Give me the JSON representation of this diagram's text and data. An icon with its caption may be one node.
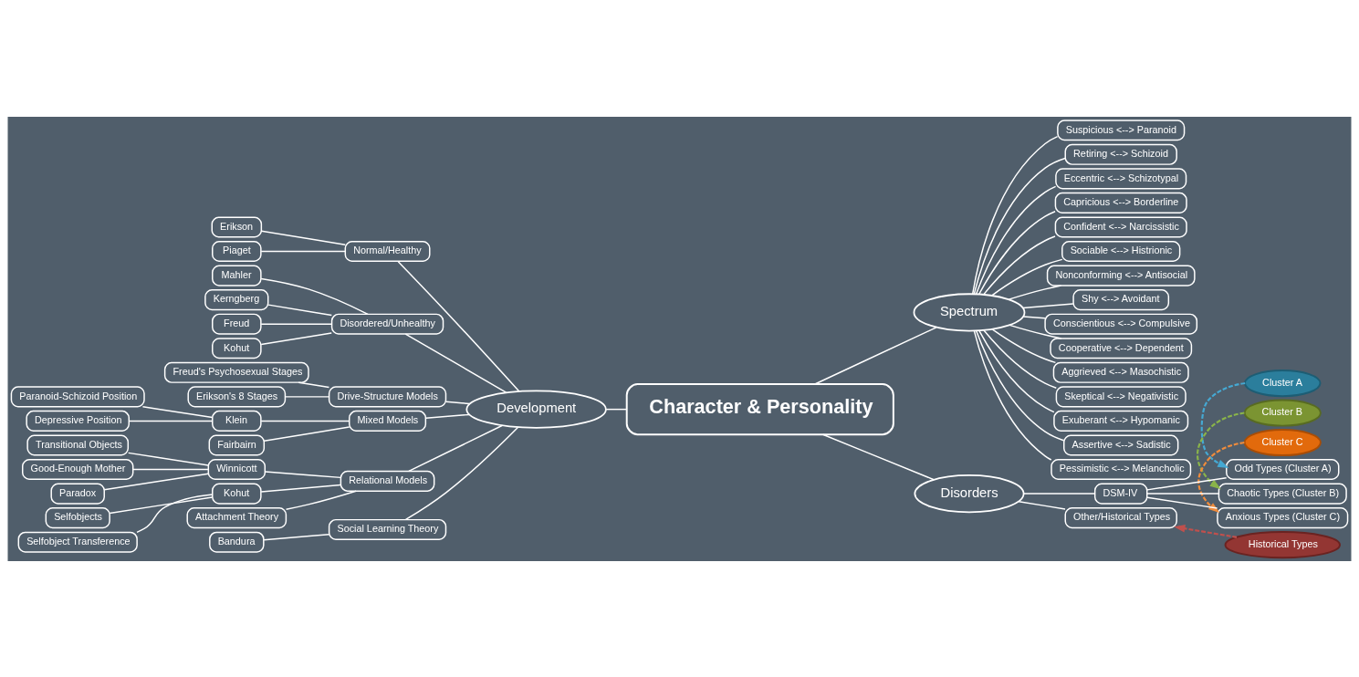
{
  "diagram": {
    "nodes": [
      {
        "text": [
          "Character & Personality"
        ]
      },
      {
        "text": [
          "Spectrum"
        ]
      },
      {
        "text": [
          "Suspicious <--> Paranoid"
        ]
      },
      {
        "text": [
          "Retiring <--> Schizoid"
        ]
      },
      {
        "text": [
          "Eccentric <--> Schizotypal"
        ]
      },
      {
        "text": [
          "Capricious <--> Borderline"
        ]
      },
      {
        "text": [
          "Confident <--> Narcissistic"
        ]
      },
      {
        "text": [
          "Sociable <--> Histrionic"
        ]
      },
      {
        "text": [
          "Nonconforming <--> Antisocial"
        ]
      },
      {
        "text": [
          "Shy <--> Avoidant"
        ]
      },
      {
        "text": [
          "Conscientious <--> Compulsive"
        ]
      },
      {
        "text": [
          "Cooperative <--> Dependent"
        ]
      },
      {
        "text": [
          "Aggrieved <--> Masochistic"
        ]
      },
      {
        "text": [
          "Skeptical <--> Negativistic"
        ]
      },
      {
        "text": [
          "Exuberant <--> Hypomanic"
        ]
      },
      {
        "text": [
          "Assertive <--> Sadistic"
        ]
      },
      {
        "text": [
          "Pessimistic <--> Melancholic"
        ]
      },
      {
        "text": [
          "Cluster A"
        ]
      },
      {
        "text": [
          "Cluster B"
        ]
      },
      {
        "text": [
          "Cluster C"
        ]
      },
      {
        "text": [
          "Historical Types"
        ]
      },
      {
        "text": [
          "Disorders"
        ]
      },
      {
        "text": [
          "DSM-IV"
        ]
      },
      {
        "text": [
          "Odd Types (Cluster A)"
        ]
      },
      {
        "text": [
          "Chaotic Types (Cluster B)"
        ]
      },
      {
        "text": [
          "Anxious Types (Cluster C)"
        ]
      },
      {
        "text": [
          "Other/Historical Types"
        ]
      },
      {
        "text": [
          "Development"
        ]
      },
      {
        "text": [
          "Normal/Healthy"
        ]
      },
      {
        "text": [
          "Erikson"
        ]
      },
      {
        "text": [
          "Piaget"
        ]
      },
      {
        "text": [
          "Disordered/Unhealthy"
        ]
      },
      {
        "text": [
          "Mahler"
        ]
      },
      {
        "text": [
          "Kerngberg"
        ]
      },
      {
        "text": [
          "Freud"
        ]
      },
      {
        "text": [
          "Kohut"
        ]
      },
      {
        "text": [
          "Drive-Structure Models"
        ]
      },
      {
        "text": [
          "Freud's Psychosexual Stages"
        ]
      },
      {
        "text": [
          "Erikson's 8 Stages"
        ]
      },
      {
        "text": [
          "Mixed Models"
        ]
      },
      {
        "text": [
          "Klein"
        ]
      },
      {
        "text": [
          "Paranoid-Schizoid Position"
        ]
      },
      {
        "text": [
          "Depressive Position"
        ]
      },
      {
        "text": [
          "Fairbairn"
        ]
      },
      {
        "text": [
          "Relational Models"
        ]
      },
      {
        "text": [
          "Winnicott"
        ]
      },
      {
        "text": [
          "Transitional Objects"
        ]
      },
      {
        "text": [
          "Good-Enough Mother"
        ]
      },
      {
        "text": [
          "Paradox"
        ]
      },
      {
        "text": [
          "Kohut"
        ]
      },
      {
        "text": [
          "Selfobjects"
        ]
      },
      {
        "text": [
          "Selfobject Transference"
        ]
      },
      {
        "text": [
          "Attachment Theory"
        ]
      },
      {
        "text": [
          "Social Learning Theory"
        ]
      },
      {
        "text": [
          "Bandura"
        ]
      }
    ],
    "edges": [
      {
        "from": 0,
        "to": 1,
        "arrow": "none"
      },
      {
        "from": 1,
        "to": 2,
        "arrow": "none"
      },
      {
        "from": 1,
        "to": 3,
        "arrow": "none"
      },
      {
        "from": 1,
        "to": 4,
        "arrow": "none"
      },
      {
        "from": 1,
        "to": 5,
        "arrow": "none"
      },
      {
        "from": 1,
        "to": 6,
        "arrow": "none"
      },
      {
        "from": 1,
        "to": 7,
        "arrow": "none"
      },
      {
        "from": 1,
        "to": 8,
        "arrow": "none"
      },
      {
        "from": 1,
        "to": 9,
        "arrow": "none"
      },
      {
        "from": 1,
        "to": 10,
        "arrow": "none"
      },
      {
        "from": 1,
        "to": 11,
        "arrow": "none"
      },
      {
        "from": 1,
        "to": 12,
        "arrow": "none"
      },
      {
        "from": 1,
        "to": 13,
        "arrow": "none"
      },
      {
        "from": 1,
        "to": 14,
        "arrow": "none"
      },
      {
        "from": 1,
        "to": 15,
        "arrow": "none"
      },
      {
        "from": 1,
        "to": 16,
        "arrow": "none"
      },
      {
        "from": 17,
        "to": 23,
        "arrow": "to",
        "style": "dashed",
        "color": "#45a9d3"
      },
      {
        "from": 18,
        "to": 24,
        "arrow": "to",
        "style": "dashed",
        "color": "#8ab44a"
      },
      {
        "from": 19,
        "to": 25,
        "arrow": "to",
        "style": "dashed",
        "color": "#f08c3c"
      },
      {
        "from": 20,
        "to": 26,
        "arrow": "to",
        "style": "dashed",
        "color": "#c0504d"
      },
      {
        "from": 0,
        "to": 21,
        "arrow": "none"
      },
      {
        "from": 21,
        "to": 22,
        "arrow": "none"
      },
      {
        "from": 22,
        "to": 23,
        "arrow": "none"
      },
      {
        "from": 22,
        "to": 24,
        "arrow": "none"
      },
      {
        "from": 22,
        "to": 25,
        "arrow": "none"
      },
      {
        "from": 21,
        "to": 26,
        "arrow": "none"
      },
      {
        "from": 27,
        "to": 0,
        "arrow": "none"
      },
      {
        "from": 28,
        "to": 27,
        "arrow": "none"
      },
      {
        "from": 29,
        "to": 28,
        "arrow": "none"
      },
      {
        "from": 30,
        "to": 28,
        "arrow": "none"
      },
      {
        "from": 31,
        "to": 27,
        "arrow": "none"
      },
      {
        "from": 32,
        "to": 31,
        "arrow": "none"
      },
      {
        "from": 33,
        "to": 31,
        "arrow": "none"
      },
      {
        "from": 34,
        "to": 31,
        "arrow": "none"
      },
      {
        "from": 35,
        "to": 31,
        "arrow": "none"
      },
      {
        "from": 36,
        "to": 27,
        "arrow": "none"
      },
      {
        "from": 37,
        "to": 36,
        "arrow": "none"
      },
      {
        "from": 38,
        "to": 36,
        "arrow": "none"
      },
      {
        "from": 39,
        "to": 27,
        "arrow": "none"
      },
      {
        "from": 40,
        "to": 39,
        "arrow": "none"
      },
      {
        "from": 41,
        "to": 40,
        "arrow": "none"
      },
      {
        "from": 42,
        "to": 40,
        "arrow": "none"
      },
      {
        "from": 43,
        "to": 39,
        "arrow": "none"
      },
      {
        "from": 44,
        "to": 27,
        "arrow": "none"
      },
      {
        "from": 45,
        "to": 44,
        "arrow": "none"
      },
      {
        "from": 46,
        "to": 45,
        "arrow": "none"
      },
      {
        "from": 47,
        "to": 45,
        "arrow": "none"
      },
      {
        "from": 48,
        "to": 45,
        "arrow": "none"
      },
      {
        "from": 49,
        "to": 44,
        "arrow": "none"
      },
      {
        "from": 50,
        "to": 49,
        "arrow": "none"
      },
      {
        "from": 51,
        "to": 49,
        "arrow": "none"
      },
      {
        "from": 52,
        "to": 44,
        "arrow": "none"
      },
      {
        "from": 53,
        "to": 27,
        "arrow": "none"
      },
      {
        "from": 54,
        "to": 53,
        "arrow": "none"
      }
    ]
  }
}
